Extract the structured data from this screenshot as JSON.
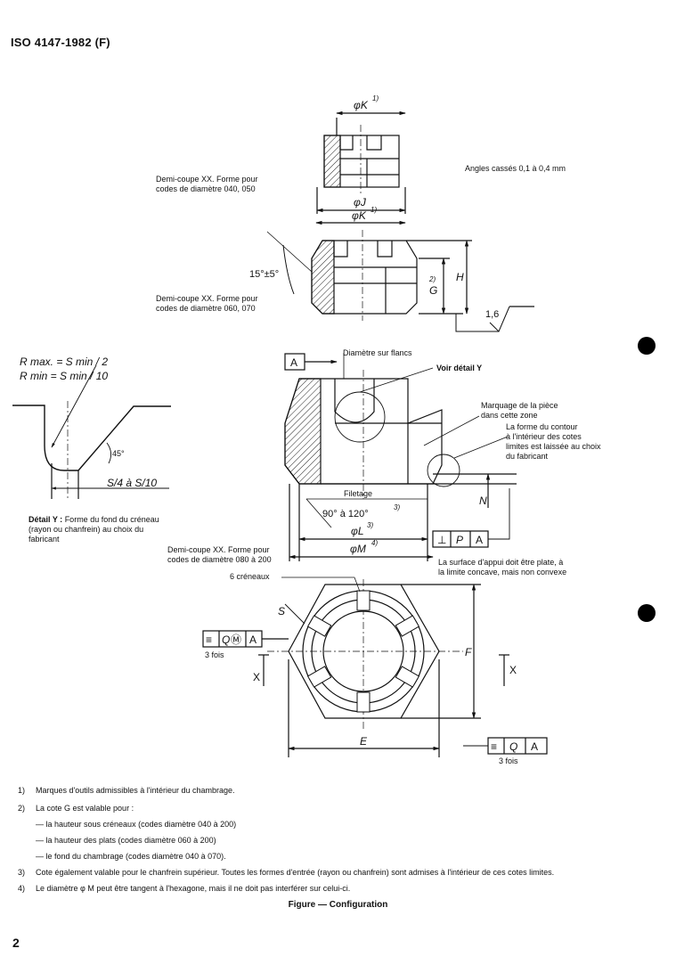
{
  "header": {
    "title": "ISO 4147-1982 (F)"
  },
  "drawing": {
    "dims": {
      "phiK_top": "φK",
      "phiK_top_sup": "1)",
      "phiJ": "φJ",
      "phiK_mid": "φK",
      "phiK_mid_sup": "1)",
      "angle": "15°±5°",
      "G": "G",
      "G_sup": "2)",
      "H": "H",
      "rough": "1,6",
      "N": "N",
      "angle_thread": "90° à 120°",
      "angle_thread_sup": "3)",
      "phiL": "φL",
      "phiL_sup": "3)",
      "phiM": "φM",
      "phiM_sup": "4)",
      "S_top": "S",
      "F": "F",
      "E": "E",
      "datum_A": "A",
      "rmax": "R max. = S min / 2",
      "rmin": "R min = S min / 10",
      "s4": "S/4 à S/10",
      "deg45": "45°",
      "x_left": "X",
      "x_right": "X"
    },
    "frames": {
      "perp": [
        "⊥",
        "P",
        "A"
      ],
      "sym_left": [
        "≡",
        "Q",
        "Ⓜ",
        "A"
      ],
      "sym_right": [
        "≡",
        "Q",
        "A"
      ]
    },
    "notes": {
      "demi1_l1": "Demi-coupe XX. Forme pour",
      "demi1_l2": "codes de diamètre 040, 050",
      "angles": "Angles cassés 0,1 à 0,4 mm",
      "demi2_l1": "Demi-coupe XX. Forme pour",
      "demi2_l2": "codes de diamètre 060, 070",
      "diam_flancs": "Diamètre sur flancs",
      "voir_detail": "Voir détail Y",
      "marquage_l1": "Marquage de la pièce",
      "marquage_l2": "dans cette zone",
      "forme_l1": "La forme du contour",
      "forme_l2": "à l'intérieur des cotes",
      "forme_l3": "limites est laissée au choix",
      "forme_l4": "du fabricant",
      "filetage": "Filetage",
      "detail_y_bold": "Détail Y :",
      "detail_y_l1": " Forme du fond du créneau",
      "detail_y_l2": "(rayon ou chanfrein) au choix du",
      "detail_y_l3": "fabricant",
      "demi3_l1": "Demi-coupe XX. Forme pour",
      "demi3_l2": "codes de diamètre 080 à 200",
      "surface_l1": "La surface d'appui doit être plate, à",
      "surface_l2": "la limite concave, mais non convexe",
      "creneaux": "6 créneaux",
      "fois_left": "3 fois",
      "fois_right": "3 fois"
    }
  },
  "footnotes": [
    {
      "num": "1)",
      "text": "Marques d'outils admissibles à l'intérieur du chambrage."
    },
    {
      "num": "2)",
      "text": "La cote G est valable pour :"
    },
    {
      "num": "",
      "text": "— la hauteur sous créneaux (codes diamètre 040 à 200)"
    },
    {
      "num": "",
      "text": "— la hauteur des plats (codes diamètre 060 à 200)"
    },
    {
      "num": "",
      "text": "— le fond du chambrage (codes diamètre 040 à 070)."
    },
    {
      "num": "3)",
      "text": "Cote également valable pour le chanfrein supérieur. Toutes les formes d'entrée (rayon ou chanfrein) sont admises à l'intérieur de ces cotes limites."
    },
    {
      "num": "4)",
      "text": "Le diamètre φ M peut être tangent à l'hexagone, mais il ne doit pas interférer sur celui-ci."
    }
  ],
  "figure_caption": "Figure — Configuration",
  "page_number": "2"
}
